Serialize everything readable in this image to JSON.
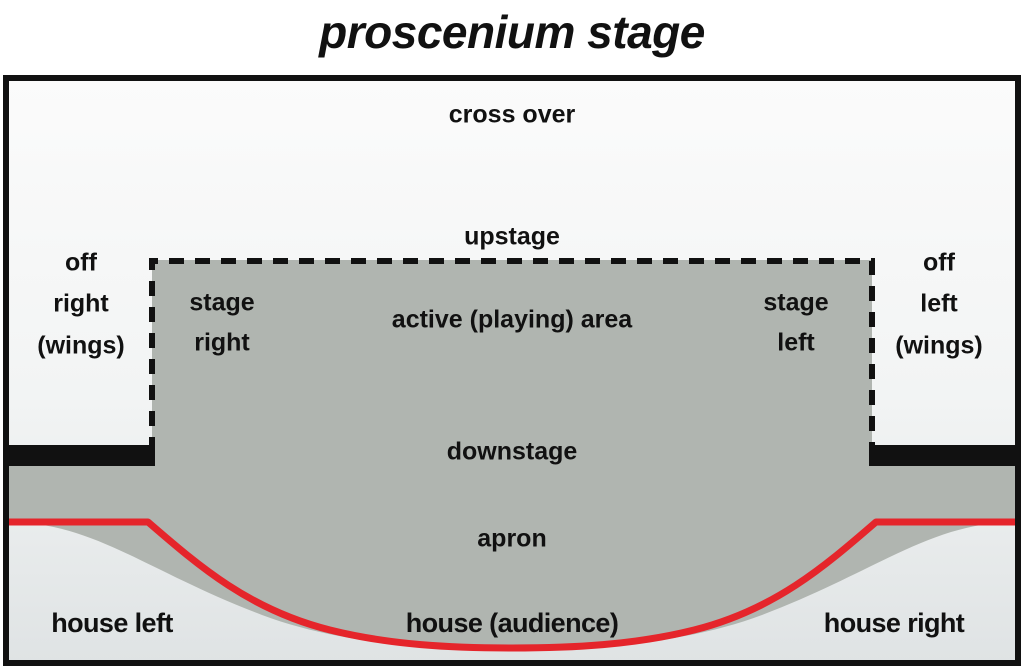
{
  "title": "proscenium stage",
  "colors": {
    "stage_fill": "#b0b5b0",
    "apron_line": "#e5252b",
    "frame": "#111111",
    "proscenium_wall": "#111111",
    "house_bg_top": "#fbfbfb",
    "house_bg_bottom": "#dfe3e4",
    "text": "#111111"
  },
  "labels": {
    "cross_over": "cross over",
    "upstage": "upstage",
    "active_area": "active (playing) area",
    "downstage": "downstage",
    "apron": "apron",
    "stage_right_1": "stage",
    "stage_right_2": "right",
    "stage_left_1": "stage",
    "stage_left_2": "left",
    "off_right_1": "off",
    "off_right_2": "right",
    "off_right_3": "(wings)",
    "off_left_1": "off",
    "off_left_2": "left",
    "off_left_3": "(wings)",
    "house_left": "house left",
    "house_audience": "house (audience)",
    "house_right": "house right"
  },
  "regions": [
    {
      "name": "cross-over",
      "label": "cross over"
    },
    {
      "name": "off-right-wings",
      "label": "off right (wings)"
    },
    {
      "name": "stage-right",
      "label": "stage right"
    },
    {
      "name": "upstage",
      "label": "upstage"
    },
    {
      "name": "active-playing-area",
      "label": "active (playing) area"
    },
    {
      "name": "stage-left",
      "label": "stage left"
    },
    {
      "name": "off-left-wings",
      "label": "off left (wings)"
    },
    {
      "name": "downstage",
      "label": "downstage"
    },
    {
      "name": "apron",
      "label": "apron"
    },
    {
      "name": "house-left",
      "label": "house left"
    },
    {
      "name": "house-audience",
      "label": "house (audience)"
    },
    {
      "name": "house-right",
      "label": "house right"
    }
  ]
}
